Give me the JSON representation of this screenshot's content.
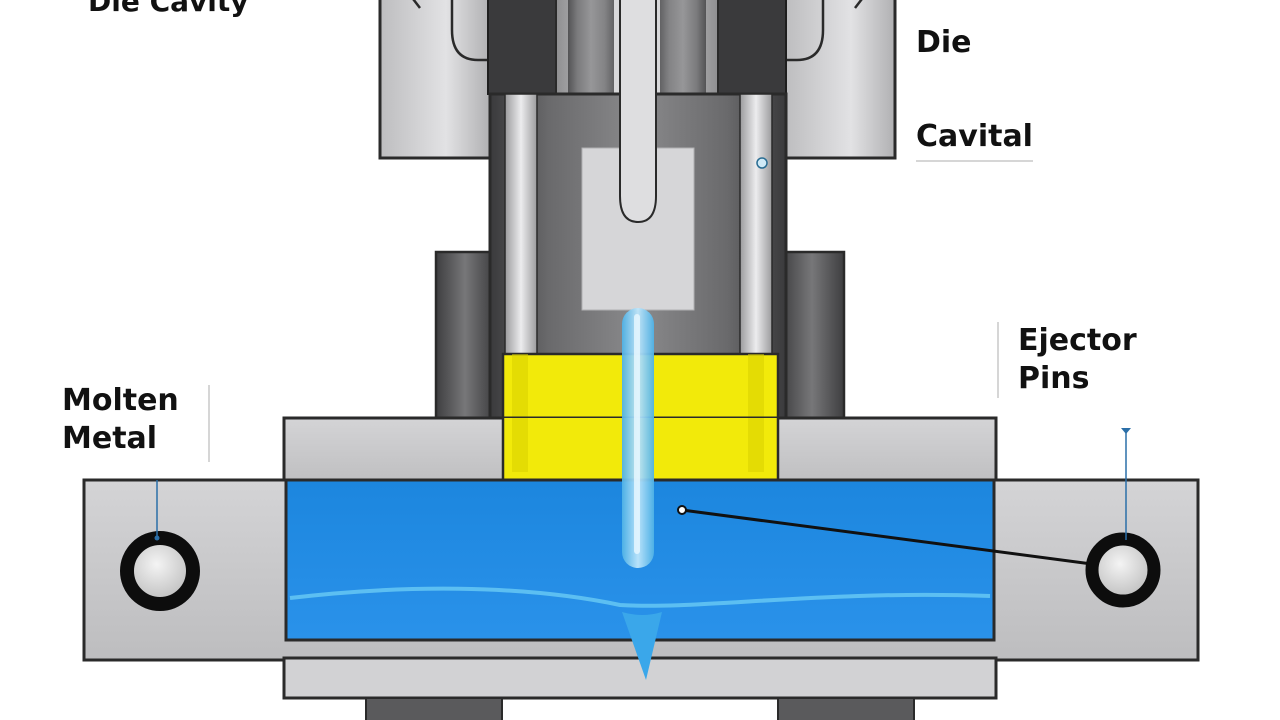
{
  "labels": {
    "die_cavity": "Die Cavity",
    "die": "Die",
    "cavital": "Cavital",
    "ejector_pins": [
      "Ejector",
      "Pins"
    ],
    "molten_metal": [
      "Molten",
      "Metal"
    ]
  },
  "colors": {
    "die_body": "#c7c7c9",
    "die_outline": "#2a2a2a",
    "punch_dark": "#3c3c3e",
    "cavity_dark": "#4a4a4c",
    "molten_metal": "#1e88e0",
    "stream": "#7cc8ee",
    "yellow_block": "#f2ea0a",
    "ring": "#0d0d0d"
  },
  "icons": {
    "ejector_hole": "ring-circle-icon",
    "arrow_tip": "arrow-head-icon"
  }
}
